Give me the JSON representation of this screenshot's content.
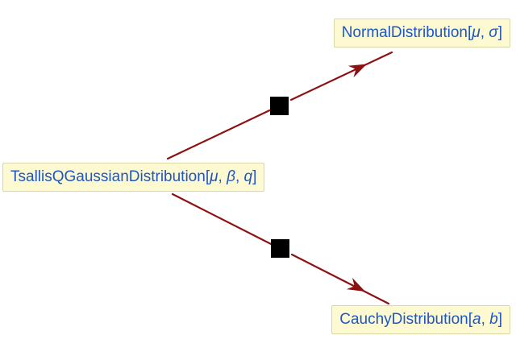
{
  "diagram": {
    "colors": {
      "background": "#ffffff",
      "edge": "#8e1111",
      "marker": "#000000",
      "node-bg": "#fdfad2",
      "node-border": "#d8d8a8",
      "node-text": "#1e56c8"
    },
    "punctuation": {
      "open_bracket": "[",
      "separator": ", ",
      "close_bracket": "]"
    },
    "nodes": {
      "tsallis": {
        "name": "TsallisQGaussianDistribution",
        "params": [
          "μ",
          "β",
          "q"
        ],
        "full_label": "TsallisQGaussianDistribution[μ, β, q]"
      },
      "normal": {
        "name": "NormalDistribution",
        "params": [
          "μ",
          "σ"
        ],
        "full_label": "NormalDistribution[μ, σ]"
      },
      "cauchy": {
        "name": "CauchyDistribution",
        "params": [
          "a",
          "b"
        ],
        "full_label": "CauchyDistribution[a, b]"
      }
    },
    "edges": [
      {
        "from": "TsallisQGaussianDistribution[μ, β, q]",
        "to": "NormalDistribution[μ, σ]",
        "marker": "black-square-limit"
      },
      {
        "from": "TsallisQGaussianDistribution[μ, β, q]",
        "to": "CauchyDistribution[a, b]",
        "marker": "black-square-limit"
      }
    ]
  }
}
